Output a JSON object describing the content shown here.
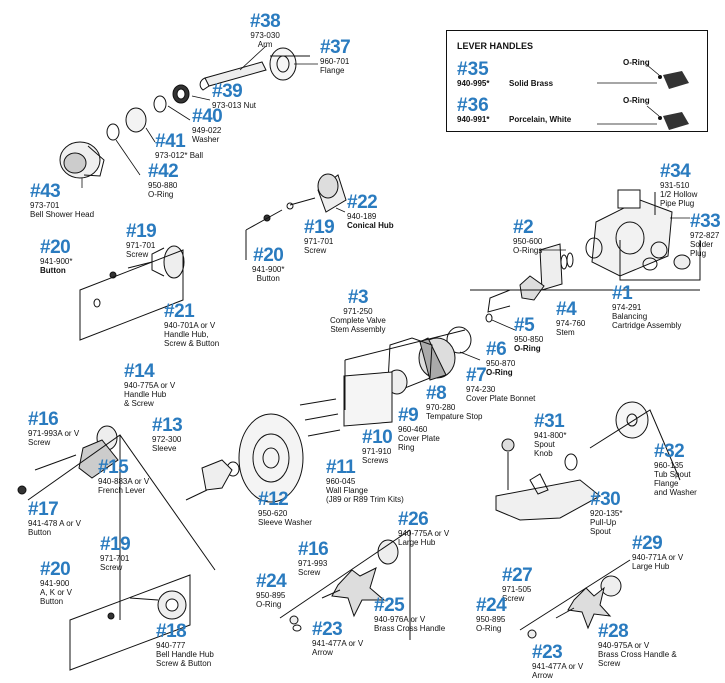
{
  "lever_handles": {
    "title": "LEVER HANDLES",
    "items": [
      {
        "num": "#35",
        "part_no": "940-995*",
        "material": "Solid Brass",
        "oring": "O-Ring"
      },
      {
        "num": "#36",
        "part_no": "940-991*",
        "material": "Porcelain, White",
        "oring": "O-Ring"
      }
    ]
  },
  "parts": {
    "p38": {
      "num": "#38",
      "lines": [
        "973-030",
        "Arm"
      ]
    },
    "p37": {
      "num": "#37",
      "lines": [
        "960-701",
        "Flange"
      ]
    },
    "p39": {
      "num": "#39",
      "lines": [
        "973-013  Nut"
      ]
    },
    "p40": {
      "num": "#40",
      "lines": [
        "949-022",
        "Washer"
      ]
    },
    "p41": {
      "num": "#41",
      "lines": [
        "973-012* Ball"
      ]
    },
    "p42": {
      "num": "#42",
      "lines": [
        "950-880",
        "O-Ring"
      ]
    },
    "p43": {
      "num": "#43",
      "lines": [
        "973-701",
        "Bell Shower Head"
      ]
    },
    "p22": {
      "num": "#22",
      "lines": [
        "940-189",
        "Conical Hub"
      ]
    },
    "p19a": {
      "num": "#19",
      "lines": [
        "971-701",
        "Screw"
      ]
    },
    "p20a": {
      "num": "#20",
      "lines": [
        "941-900*",
        "Button"
      ]
    },
    "p34": {
      "num": "#34",
      "lines": [
        "931-510",
        "1/2 Hollow",
        "Pipe Plug"
      ]
    },
    "p33": {
      "num": "#33",
      "lines": [
        "972-827",
        "Solder",
        "Plug"
      ]
    },
    "p2": {
      "num": "#2",
      "lines": [
        "950-600",
        "O-Rings"
      ]
    },
    "p19b": {
      "num": "#19",
      "lines": [
        "971-701",
        "Screw"
      ]
    },
    "p20b": {
      "num": "#20",
      "lines": [
        "941-900*",
        "Button"
      ]
    },
    "p21": {
      "num": "#21",
      "lines": [
        "940-701A or V",
        "Handle Hub,",
        "Screw & Button"
      ]
    },
    "p3": {
      "num": "#3",
      "lines": [
        "971-250",
        "Complete Valve",
        "Stem Assembly"
      ]
    },
    "p1": {
      "num": "#1",
      "lines": [
        "974-291",
        "Balancing",
        "Cartridge Assembly"
      ]
    },
    "p4": {
      "num": "#4",
      "lines": [
        "974-760",
        "Stem"
      ]
    },
    "p5": {
      "num": "#5",
      "lines": [
        "950-850",
        "O-Ring"
      ]
    },
    "p6": {
      "num": "#6",
      "lines": [
        "950-870",
        "O-Ring"
      ]
    },
    "p7": {
      "num": "#7",
      "lines": [
        "974-230",
        "Cover Plate Bonnet"
      ]
    },
    "p8": {
      "num": "#8",
      "lines": [
        "970-280",
        "Tempature Stop"
      ]
    },
    "p9": {
      "num": "#9",
      "lines": [
        "960-460",
        "Cover Plate",
        "Ring"
      ]
    },
    "p10": {
      "num": "#10",
      "lines": [
        "971-910",
        "Screws"
      ]
    },
    "p11": {
      "num": "#11",
      "lines": [
        "960-045",
        "Wall Flange",
        "(J89 or R89 Trim Kits)"
      ]
    },
    "p12": {
      "num": "#12",
      "lines": [
        "950-620",
        "Sleeve Washer"
      ]
    },
    "p13": {
      "num": "#13",
      "lines": [
        "972-300",
        "Sleeve"
      ]
    },
    "p14": {
      "num": "#14",
      "lines": [
        "940-775A or V",
        "Handle Hub",
        "& Screw"
      ]
    },
    "p15": {
      "num": "#15",
      "lines": [
        "940-883A or V",
        "French Lever"
      ]
    },
    "p16a": {
      "num": "#16",
      "lines": [
        "971-993A or V",
        "Screw"
      ]
    },
    "p17": {
      "num": "#17",
      "lines": [
        "941-478 A or V",
        "Button"
      ]
    },
    "p31": {
      "num": "#31",
      "lines": [
        "941-800*",
        "Spout",
        "Knob"
      ]
    },
    "p32": {
      "num": "#32",
      "lines": [
        "960-135",
        "Tub Spout",
        "Flange",
        "and Washer"
      ]
    },
    "p30": {
      "num": "#30",
      "lines": [
        "920-135*",
        "Pull-Up",
        "Spout"
      ]
    },
    "p26": {
      "num": "#26",
      "lines": [
        "940-775A or V",
        "Large Hub"
      ]
    },
    "p19c": {
      "num": "#19",
      "lines": [
        "971-701",
        "Screw"
      ]
    },
    "p20c": {
      "num": "#20",
      "lines": [
        "941-900",
        "A, K or V",
        "Button"
      ]
    },
    "p18": {
      "num": "#18",
      "lines": [
        "940-777",
        "Bell Handle Hub",
        "Screw & Button"
      ]
    },
    "p16b": {
      "num": "#16",
      "lines": [
        "971-993",
        "Screw"
      ]
    },
    "p24a": {
      "num": "#24",
      "lines": [
        "950-895",
        "O-Ring"
      ]
    },
    "p23a": {
      "num": "#23",
      "lines": [
        "941-477A or V",
        "Arrow"
      ]
    },
    "p25": {
      "num": "#25",
      "lines": [
        "940-976A or V",
        "Brass Cross Handle"
      ]
    },
    "p29": {
      "num": "#29",
      "lines": [
        "940-771A or V",
        "Large Hub"
      ]
    },
    "p27": {
      "num": "#27",
      "lines": [
        "971-505",
        "Screw"
      ]
    },
    "p24b": {
      "num": "#24",
      "lines": [
        "950-895",
        "O-Ring"
      ]
    },
    "p28": {
      "num": "#28",
      "lines": [
        "940-975A or V",
        "Brass Cross Handle &",
        "Screw"
      ]
    },
    "p23b": {
      "num": "#23",
      "lines": [
        "941-477A or V",
        "Arrow"
      ]
    }
  }
}
